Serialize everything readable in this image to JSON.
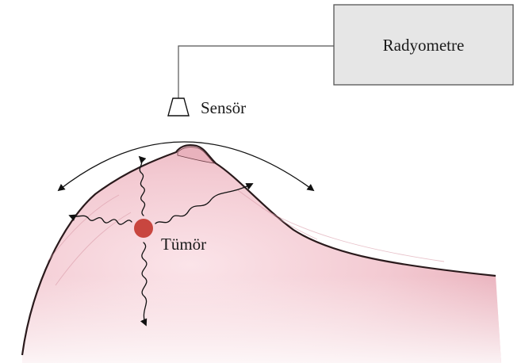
{
  "radiometer": {
    "label": "Radyometre"
  },
  "sensor": {
    "label": "Sensör"
  },
  "tumor": {
    "label": "Tümör",
    "color": "#c8463f"
  },
  "colors": {
    "tissue_light": "#fbe6ea",
    "tissue_mid": "#f0c3cb",
    "tissue_dark": "#c98a95",
    "outline": "#2a1a1c",
    "box_fill": "#e6e6e6"
  }
}
